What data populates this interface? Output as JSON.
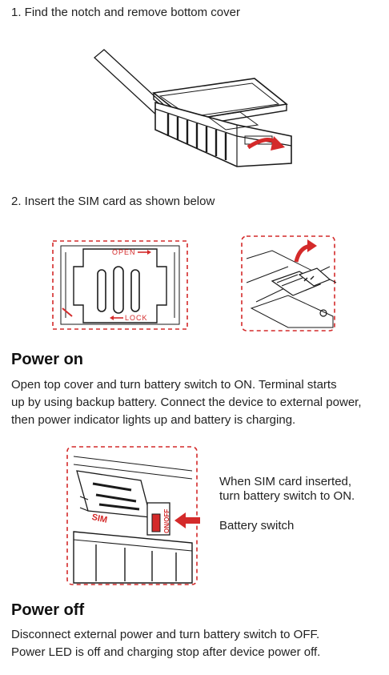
{
  "step1": {
    "text": "1. Find the notch and remove bottom cover"
  },
  "step2": {
    "text": "2. Insert the SIM card as shown below"
  },
  "sim_figure": {
    "open_label": "OPEN",
    "lock_label": "LOCK"
  },
  "battery_figure": {
    "sim_label": "SIM",
    "switch_label": "ON/OFF"
  },
  "power_on": {
    "heading": "Power on",
    "lines": [
      "Open top cover and turn battery switch to ON. Terminal starts",
      "up by using backup battery. Connect the device to external power,",
      "then power indicator lights up and battery is charging."
    ]
  },
  "callouts": {
    "sim_inserted_line1": "When SIM card inserted,",
    "sim_inserted_line2": "turn battery switch to ON.",
    "battery_switch": "Battery switch"
  },
  "power_off": {
    "heading": "Power off",
    "lines": [
      "Disconnect external power and turn battery switch to OFF.",
      "Power LED is off and charging stop after device power off."
    ]
  },
  "colors": {
    "accent_red": "#d42a2a",
    "line": "#1a1a1a"
  }
}
